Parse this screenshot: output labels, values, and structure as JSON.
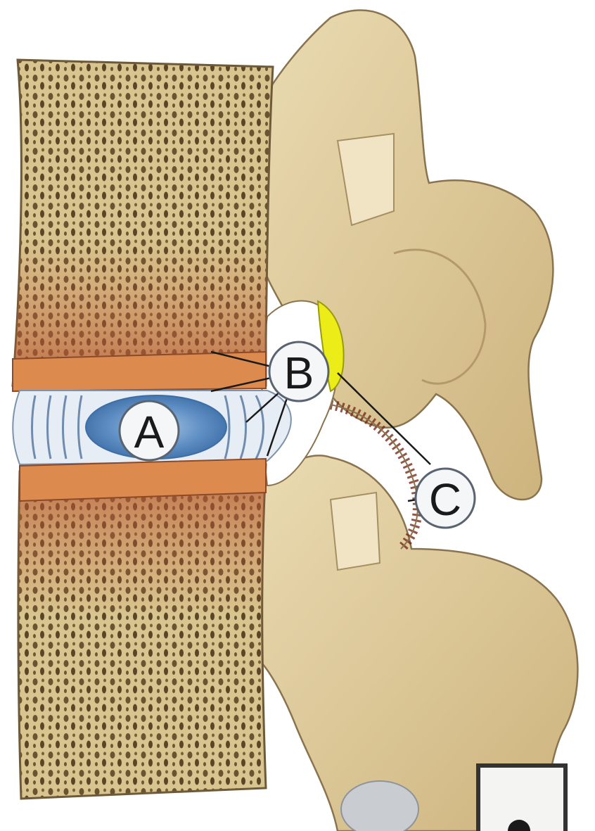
{
  "labels": {
    "a": "A",
    "b": "B",
    "c": "C"
  },
  "colors": {
    "background": "#ffffff",
    "bone": "#e3cfa0",
    "bone_shadow": "#c9b07c",
    "bone_outline": "#8a7450",
    "marrow_red": "#a8452e",
    "endplate_orange": "#dd8a4e",
    "disc_blue": "#5f8fc4",
    "disc_ring": "#dfe8f2",
    "facet_highlight": "#ecec18",
    "label_fill": "#f4f6f8",
    "label_stroke": "#5a6470",
    "leader_line": "#1a1a1a",
    "corner_box_stroke": "#333333"
  },
  "icons": {
    "corner_mark": "partial-cropped-sign"
  }
}
